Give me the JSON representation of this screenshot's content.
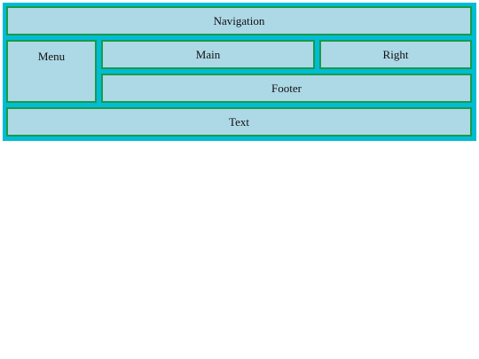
{
  "layout": {
    "navigation": "Navigation",
    "menu": "Menu",
    "main": "Main",
    "right": "Right",
    "footer": "Footer",
    "text": "Text"
  },
  "colors": {
    "container_background": "#00bcd4",
    "cell_background": "#add8e6",
    "cell_border": "#1a9a4a"
  }
}
